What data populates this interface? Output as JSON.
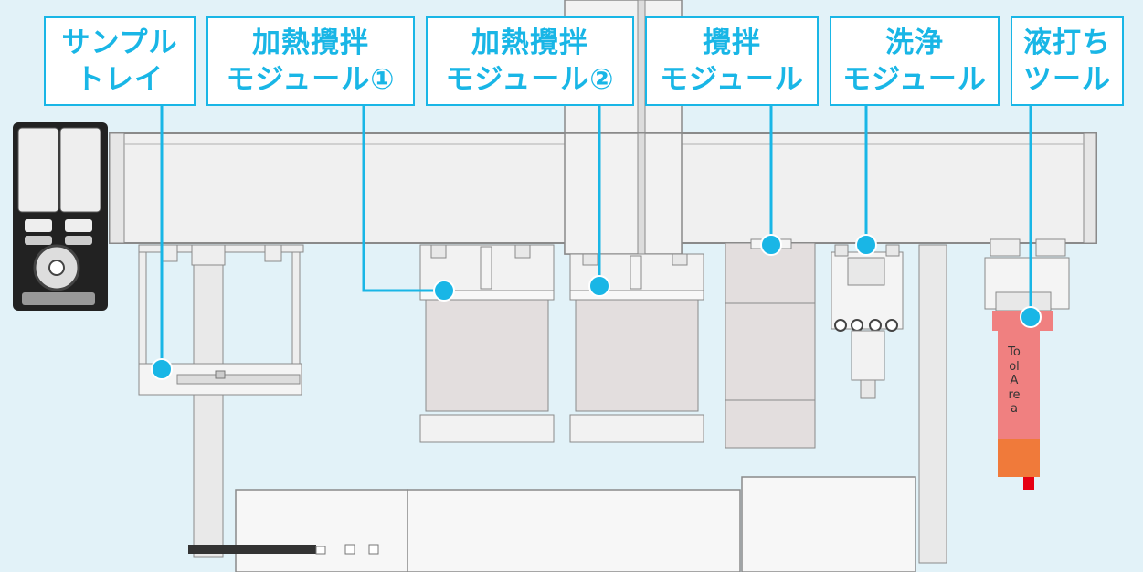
{
  "labels": {
    "sample_tray": {
      "line1": "サンプル",
      "line2": "トレイ"
    },
    "heat_stir_1": {
      "line1": "加熱攪拌",
      "line2": "モジュール①"
    },
    "heat_stir_2": {
      "line1": "加熱攪拌",
      "line2": "モジュール②"
    },
    "stir": {
      "line1": "攪拌",
      "line2": "モジュール"
    },
    "wash": {
      "line1": "洗浄",
      "line2": "モジュール"
    },
    "dispense_tool": {
      "line1": "液打ち",
      "line2": "ツール"
    }
  },
  "tool_area_text": "ToolArea",
  "colors": {
    "background": "#e2f2f8",
    "accent": "#19b6e6",
    "machine_fill": "#eeeeee",
    "machine_stroke": "#8a8a8a",
    "module_fill": "#e3dede",
    "tool_area_pink": "#f08080",
    "tool_area_orange": "#f07a3a",
    "tool_tip_red": "#e60012"
  }
}
